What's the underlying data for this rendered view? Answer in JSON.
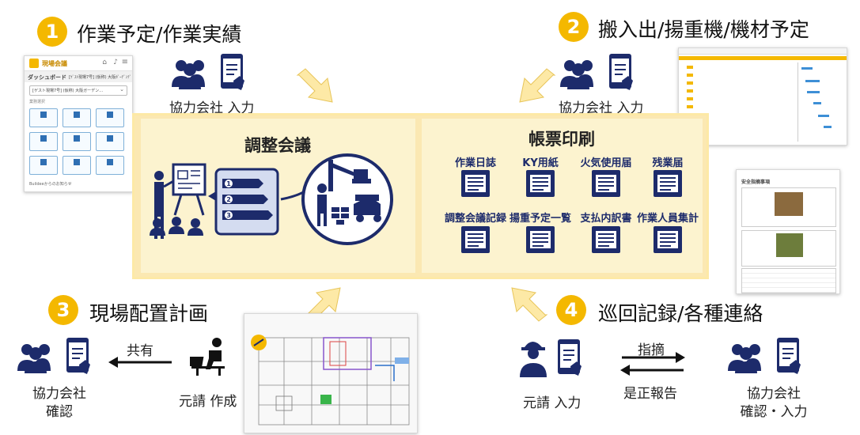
{
  "sections": [
    {
      "number": "1",
      "title": "作業予定/作業実績"
    },
    {
      "number": "2",
      "title": "搬入出/揚重機/機材予定"
    },
    {
      "number": "3",
      "title": "現場配置計画"
    },
    {
      "number": "4",
      "title": "巡回記録/各種連絡"
    }
  ],
  "panels": {
    "meeting": {
      "title": "調整会議"
    },
    "print": {
      "title": "帳票印刷",
      "forms": [
        "作業日誌",
        "KY用紙",
        "火気使用届",
        "残業届",
        "調整会議記録",
        "揚重予定一覧",
        "支払内訳書",
        "作業人員集計"
      ]
    }
  },
  "labels": {
    "s1_input": "協力会社 入力",
    "s2_input": "協力会社 入力",
    "share": "共有",
    "s3_confirm_line1": "協力会社",
    "s3_confirm_line2": "確認",
    "s3_create": "元請 作成",
    "s4_input": "元請 入力",
    "point_out": "指摘",
    "correction": "是正報告",
    "s4_confirm_line1": "協力会社",
    "s4_confirm_line2": "確認・入力"
  },
  "mobile_shot": {
    "brand": "現場会議",
    "nav_title": "ダッシュボード",
    "nav_sub": "[ｹﾞｽﾄ現場7号]  (仮称) 大阪ｶﾞｰﾃﾞﾝﾃﾞﾝ",
    "select_value": "[ゲスト現場7号]  (仮称) 大阪ガーデン…",
    "section_label": "業務選択",
    "footer": "Buildeeからのお知らせ"
  },
  "report_shot": {
    "title": "安全指摘事項"
  },
  "colors": {
    "accent": "#f4b800",
    "icon_navy": "#1d2b6b",
    "panel_fill": "#fcf3cf",
    "panel_border": "#fde9a6",
    "arrow_fill": "#fde9a6"
  }
}
